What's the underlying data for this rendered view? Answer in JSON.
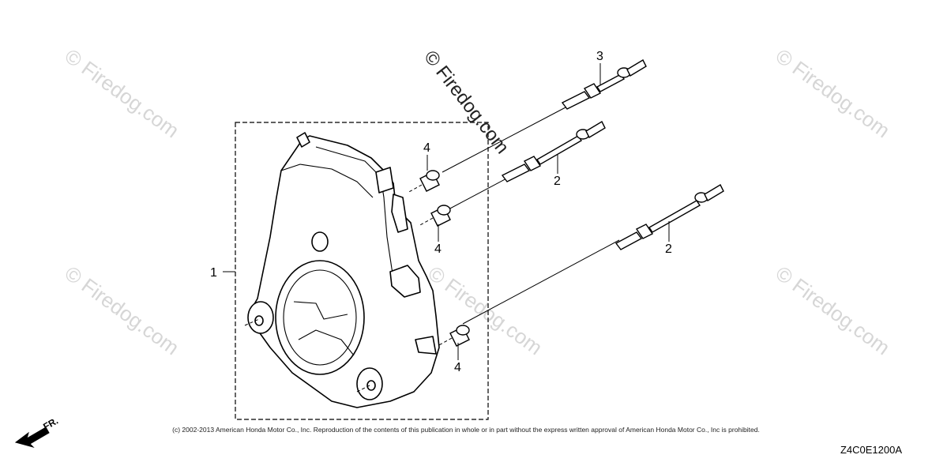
{
  "callouts": {
    "part_1": "1",
    "part_2_upper": "2",
    "part_2_lower": "2",
    "part_3": "3",
    "part_4_a": "4",
    "part_4_b": "4",
    "part_4_c": "4"
  },
  "watermark": {
    "main": "© Firedog.com",
    "repeat": "© Firedog.com"
  },
  "direction_arrow": {
    "label": "FR.",
    "icon": "front-direction-arrow-icon"
  },
  "footer": {
    "copyright": "(c) 2002-2013 American Honda Motor Co., Inc. Reproduction of the contents of this publication in whole or in part without the express written approval of American Honda Motor Co., Inc is prohibited.",
    "diagram_code": "Z4C0E1200A"
  }
}
